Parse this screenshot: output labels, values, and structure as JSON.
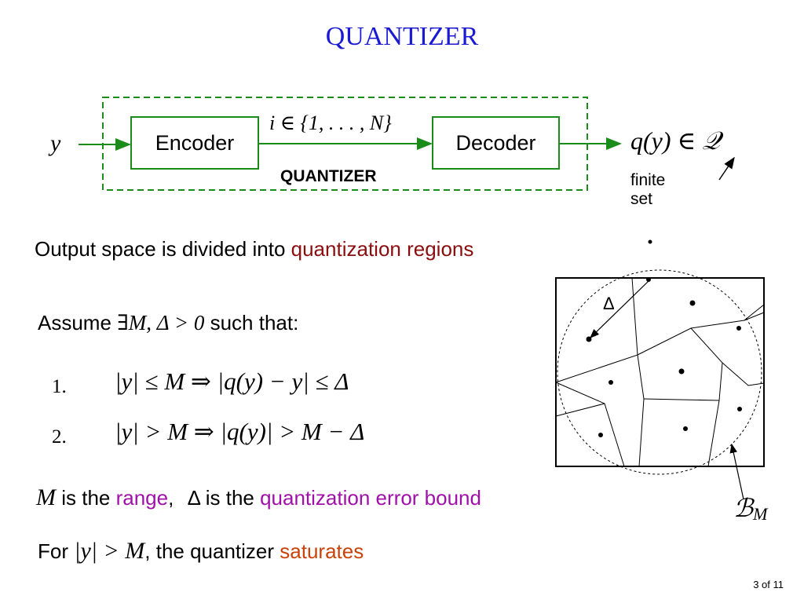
{
  "title": "QUANTIZER",
  "diagram": {
    "input": "y",
    "encoder": "Encoder",
    "channel_pre": "i",
    "channel_set": "{1, . . . , N}",
    "decoder": "Decoder",
    "output": "q(y) ∈ 𝒬",
    "block_label": "QUANTIZER",
    "output_note": "finite set"
  },
  "colors": {
    "title": "#1a1ad2",
    "diagram_green": "#1a8c1a",
    "regions": "#8b0d0d",
    "range": "#a010a8",
    "saturates": "#c8420a"
  },
  "line1": {
    "text": "Output space is divided into ",
    "highlight": "quantization regions"
  },
  "assume": {
    "prefix": "Assume ",
    "math": "∃M, Δ > 0",
    "suffix": " such that:"
  },
  "conditions": [
    {
      "num": "1.",
      "lhs": "|y| ≤ M ⇒ |q(y) − y| ≤ Δ"
    },
    {
      "num": "2.",
      "lhs": "|y| > M ⇒ |q(y)| > M − Δ"
    }
  ],
  "range_line": {
    "m": "M",
    "is_the_1": " is the ",
    "range": "range",
    "comma": ",",
    "delta": "Δ",
    "is_the_2": " is the ",
    "error": "quantization error bound"
  },
  "sat_line": {
    "for": "For ",
    "math": "|y| > M",
    "mid": ", the quantizer ",
    "saturates": "saturates"
  },
  "figure": {
    "delta_label": "Δ",
    "ball_label": "ℬ",
    "ball_sub": "M"
  },
  "page": "3 of 11"
}
